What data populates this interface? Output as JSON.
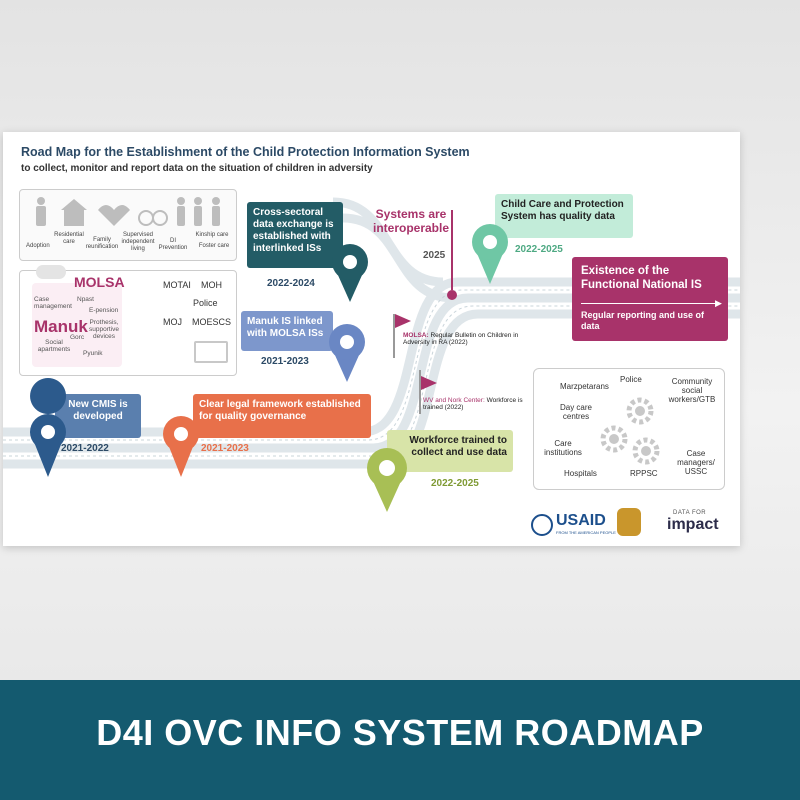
{
  "header": {
    "title": "Road Map for the Establishment of the Child Protection Information System",
    "subtitle": "to collect, monitor and report data on the situation of children in adversity"
  },
  "services": [
    "Adoption",
    "Residential care",
    "Family reunification",
    "Supervised independent living",
    "DI Prevention",
    "Kinship care",
    "Foster care"
  ],
  "ministries": {
    "molsa": "MOLSA",
    "manuk": "Manuk",
    "molsa_systems": [
      "Case management",
      "Npast",
      "E-pension",
      "Prothesis, supportive devices",
      "Gorc",
      "Social apartments",
      "Pyunik"
    ],
    "others": [
      "MOTAI",
      "MOH",
      "Police",
      "MOJ",
      "MOESCS"
    ]
  },
  "milestones": [
    {
      "label": "New CMIS is developed",
      "year": "2021-2022",
      "color": "#2c5a8c"
    },
    {
      "label": "Clear legal framework established for quality governance",
      "year": "2021-2023",
      "color": "#e8704a"
    },
    {
      "label": "Manuk IS linked with MOLSA ISs",
      "year": "2021-2023",
      "color": "#6a87c4"
    },
    {
      "label": "Cross-sectoral data exchange is established with interlinked ISs",
      "year": "2022-2024",
      "color": "#235c66"
    },
    {
      "label": "Systems are interoperable",
      "year": "2025",
      "color": "#a8336a"
    },
    {
      "label": "Child Care and Protection System has quality data",
      "year": "2022-2025",
      "color": "#6fc7a5"
    },
    {
      "label": "Workforce trained to collect and use data",
      "year": "2022-2025",
      "color": "#a8bf55"
    }
  ],
  "flags": [
    {
      "org": "MOLSA:",
      "text": "Regular Bulletin on Children in Adversity in RA (2022)"
    },
    {
      "org": "WV and Nork Center:",
      "text": "Workforce is trained (2022)"
    }
  ],
  "goal": {
    "title": "Existence of the Functional National IS",
    "detail": "Regular reporting and use of data",
    "color": "#a8336a"
  },
  "actors": [
    "Marzpetarans",
    "Police",
    "Community social workers/GTB",
    "Day care centres",
    "Care institutions",
    "Hospitals",
    "RPPSC",
    "Case managers/ USSC"
  ],
  "logos": {
    "usaid": "USAID",
    "usaid_tag": "FROM THE AMERICAN PEOPLE",
    "d4i_top": "DATA FOR",
    "d4i_main": "impact"
  },
  "banner": {
    "title": "D4I OVC INFO SYSTEM ROADMAP"
  }
}
